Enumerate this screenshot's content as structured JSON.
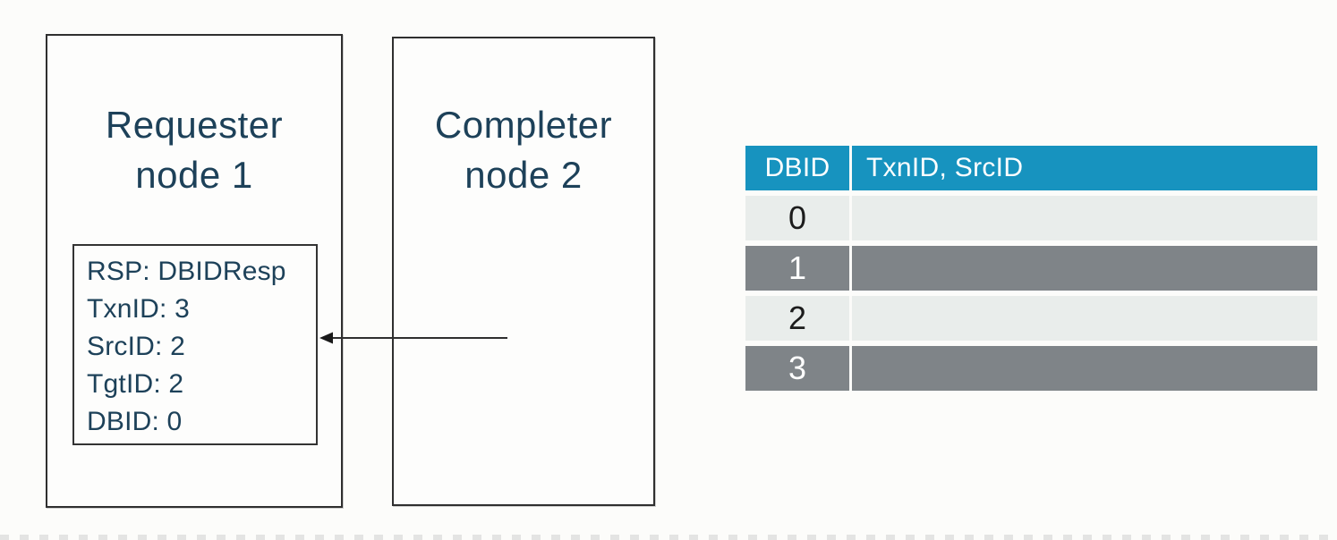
{
  "diagram": {
    "requester": {
      "title_line1": "Requester",
      "title_line2": "node 1"
    },
    "completer": {
      "title_line1": "Completer",
      "title_line2": "node 2"
    },
    "message": {
      "lines": [
        "RSP: DBIDResp",
        "TxnID: 3",
        "SrcID: 2",
        "TgtID: 2",
        "DBID: 0"
      ]
    },
    "arrow": {
      "direction": "left"
    }
  },
  "table": {
    "columns": [
      "DBID",
      "TxnID, SrcID"
    ],
    "rows": [
      {
        "dbid": "0",
        "txnid_srcid": ""
      },
      {
        "dbid": "1",
        "txnid_srcid": ""
      },
      {
        "dbid": "2",
        "txnid_srcid": ""
      },
      {
        "dbid": "3",
        "txnid_srcid": ""
      }
    ]
  },
  "colors": {
    "header_blue": "#1793bf",
    "row_light": "#e9edeb",
    "row_dark": "#7f8488",
    "title_navy": "#1d4159",
    "box_border": "#2f2f2f"
  }
}
